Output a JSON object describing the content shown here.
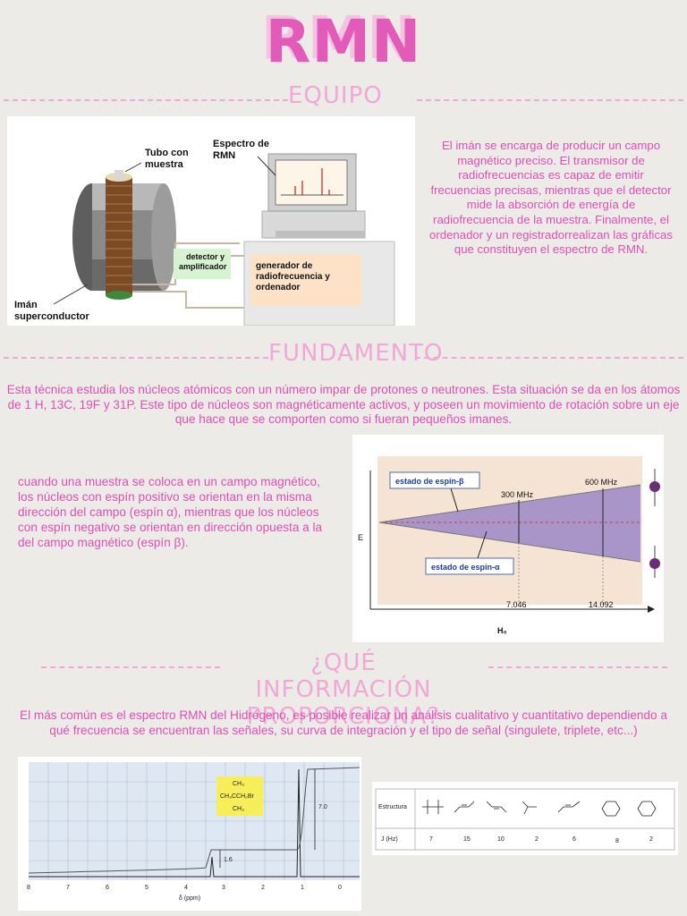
{
  "title": "RMN",
  "sections": {
    "equipo": "EQUIPO",
    "fundamento": "FUNDAMENTO",
    "que_info_1": "¿QUÉ INFORMACIÓN",
    "que_info_2": "PROPORCIONA?"
  },
  "equipo_text": "El imán se encarga de producir un campo magnético preciso. El transmisor de radiofrecuencias es capaz de emitir frecuencias precisas, mientras que el detector mide la absorción de energía de radiofrecuencia de la muestra. Finalmente, el ordenador y un registradorrealizan las gráficas que constituyen el espectro de RMN.",
  "equipo_diagram": {
    "tubo": [
      "Tubo con",
      "muestra"
    ],
    "espectro": [
      "Espectro de",
      "RMN"
    ],
    "detector": [
      "detector y",
      "amplificador"
    ],
    "generador": [
      "generador de",
      "radiofrecuencia y",
      "ordenador"
    ],
    "iman": [
      "Imán",
      "superconductor"
    ]
  },
  "fundamento_text": "Esta técnica estudia los núcleos atómicos con un número impar de protones o neutrones. Esta situación se da en los átomos de 1 H, 13C, 19F y 31P. Este tipo de núcleos son magnéticamente activos, y poseen un movimiento de rotación sobre un eje que hace que se comporten como si fueran pequeños imanes.",
  "spin_text": "cuando una muestra se coloca en un campo magnético, los núcleos con espín positivo se orientan en la misma dirección del campo (espín α), mientras que los núcleos con espín negativo se orientan en dirección opuesta a la del campo magnético (espín β).",
  "spin_diagram": {
    "beta": "estado de espín-β",
    "alpha": "estado de espín-α",
    "mhz300": "300 MHz",
    "mhz600": "600 MHz",
    "x1": "7.046",
    "x2": "14.092",
    "xlabel": "H₀",
    "ylabel": "E"
  },
  "info_text": "El más común es el espectro RMN del Hidrógeno, es posible realizar un análisis cualitativo y cuantitativo dependiendo a qué frecuencia se encuentran las señales, su curva de integración y el tipo de señal (singulete, triplete, etc...)",
  "spectrum": {
    "ticks": [
      "8",
      "7",
      "6",
      "5",
      "4",
      "3",
      "2",
      "1",
      "0"
    ],
    "xlabel": "δ (ppm)",
    "int1": "1.6",
    "int2": "7.0",
    "molecule": [
      "CH₃",
      "CH₃CCH₂Br",
      "CH₃"
    ]
  },
  "jtable": {
    "row1_label": "Estructura",
    "row2_label": "J (Hz)",
    "values": [
      "7",
      "15",
      "10",
      "2",
      "6",
      "8",
      "2"
    ]
  }
}
